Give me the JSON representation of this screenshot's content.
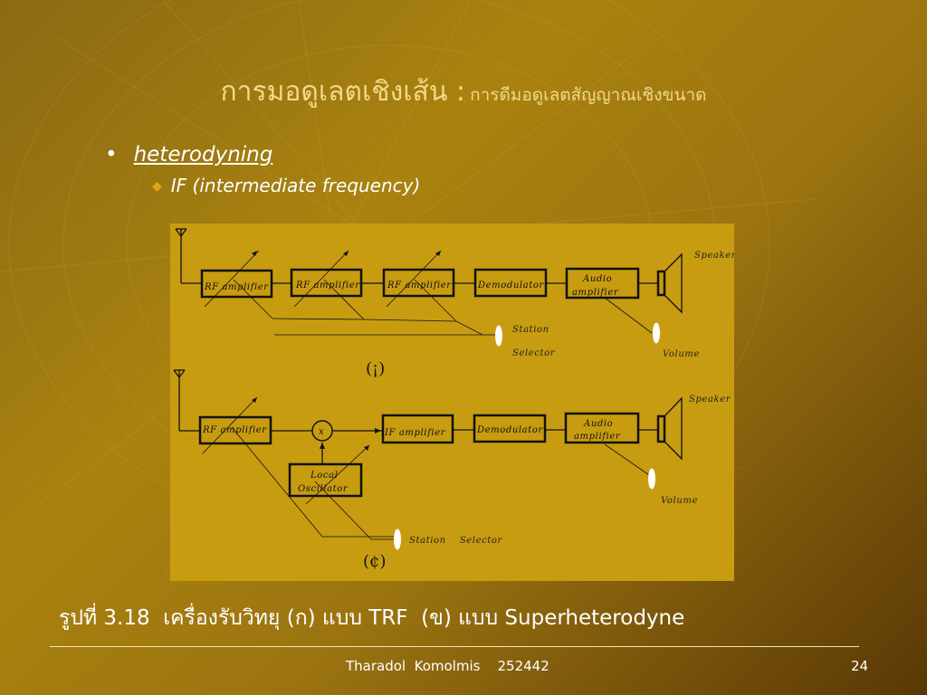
{
  "slide": {
    "title_main": "การมอดูเลตเชิงเส้น :",
    "title_sub": "การดีมอดูเลตสัญญาณเชิงขนาด",
    "bullet_1": "heterodyning",
    "bullet_2": "IF (intermediate frequency)",
    "caption": "รูปที่ 3.18  เครื่องรับวิทยุ (ก) แบบ TRF  (ข) แบบ Superheterodyne",
    "footer": "Tharadol  Komolmis    252442",
    "page_number": "24"
  },
  "diagram": {
    "panel_color": "#c89c10",
    "trf": {
      "blocks": [
        "RF amplifier",
        "RF amplifier",
        "RF amplifier",
        "Demodulator"
      ],
      "audio_line1": "Audio",
      "audio_line2": "amplifier",
      "speaker": "Speaker",
      "station_line1": "Station",
      "station_line2": "Selector",
      "volume": "Volume",
      "part_label": "(¡)"
    },
    "superhet": {
      "rf": "RF amplifier",
      "mixer": "x",
      "if_amp": "IF amplifier",
      "demod": "Demodulator",
      "audio_line1": "Audio",
      "audio_line2": "amplifier",
      "osc_line1": "Local",
      "osc_line2": "Oscillator",
      "speaker": "Speaker",
      "station_selector": "Station    Selector",
      "volume": "Volume",
      "part_label": "(¢)"
    }
  }
}
